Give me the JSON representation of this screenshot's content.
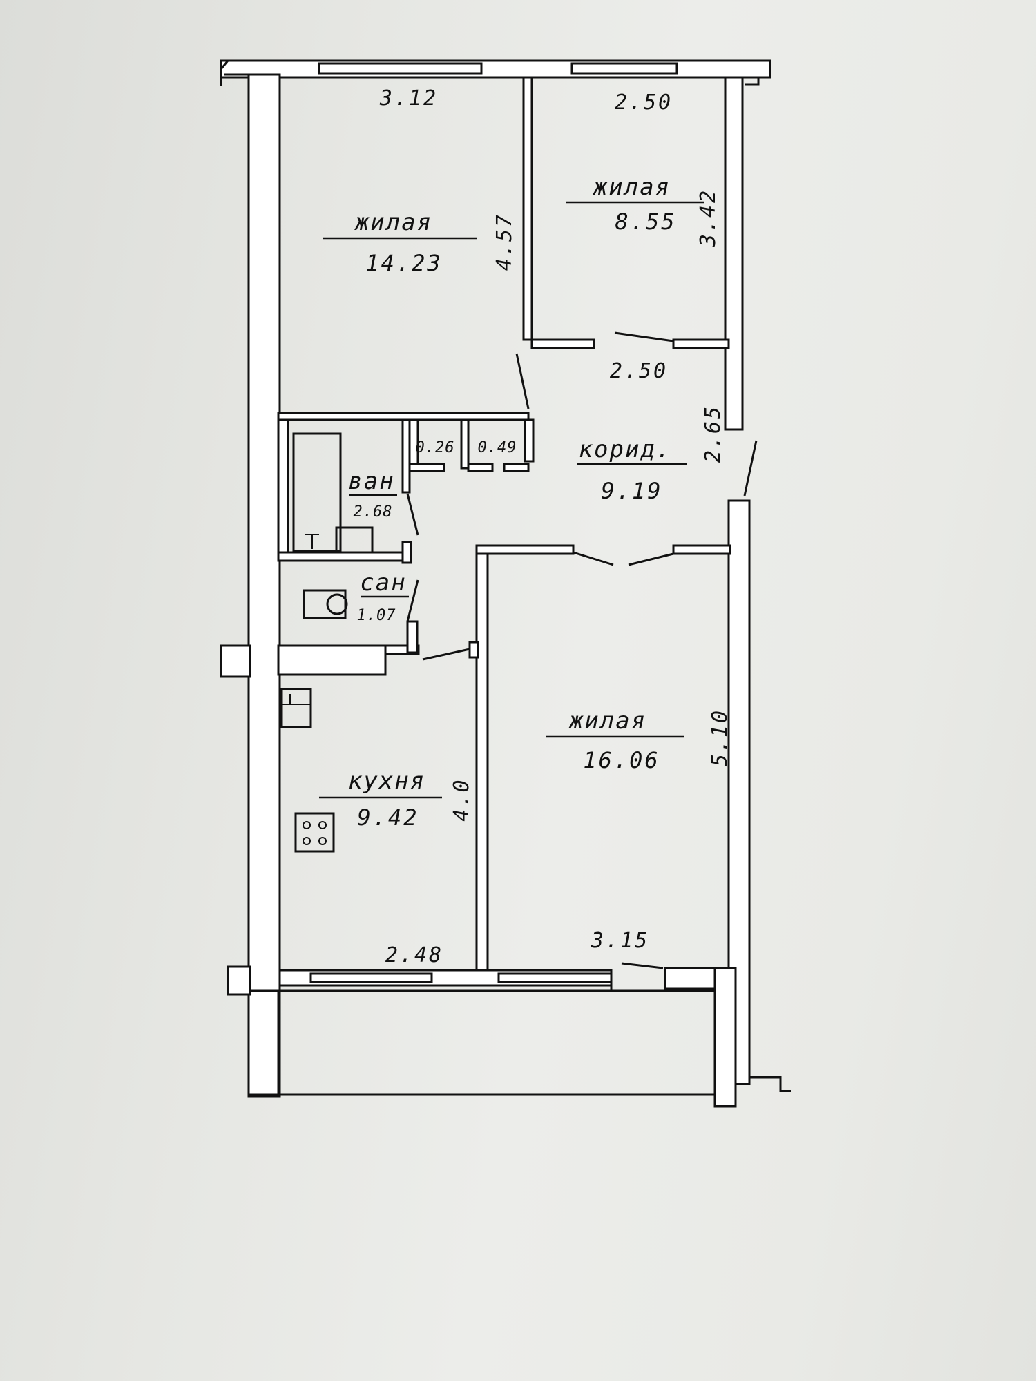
{
  "rooms": {
    "living_top_left": {
      "name": "жилая",
      "area": "14.23"
    },
    "living_top_right": {
      "name": "жилая",
      "area": "8.55"
    },
    "corridor": {
      "name": "корид.",
      "area": "9.19"
    },
    "bath": {
      "name": "ван",
      "area": "2.68"
    },
    "wc": {
      "name": "сан",
      "area": "1.07"
    },
    "kitchen": {
      "name": "кухня",
      "area": "9.42"
    },
    "living_bottom": {
      "name": "жилая",
      "area": "16.06"
    },
    "closet_a": {
      "area": "0.26"
    },
    "closet_b": {
      "area": "0.49"
    }
  },
  "dimensions": {
    "top_left_width": "3.12",
    "top_left_depth": "4.57",
    "top_right_width": "2.50",
    "top_right_bottom_width": "2.50",
    "top_right_depth": "3.42",
    "corridor_depth": "2.65",
    "kitchen_width": "2.48",
    "kitchen_depth": "4.0",
    "living_bottom_width": "3.15",
    "living_bottom_depth": "5.10"
  }
}
